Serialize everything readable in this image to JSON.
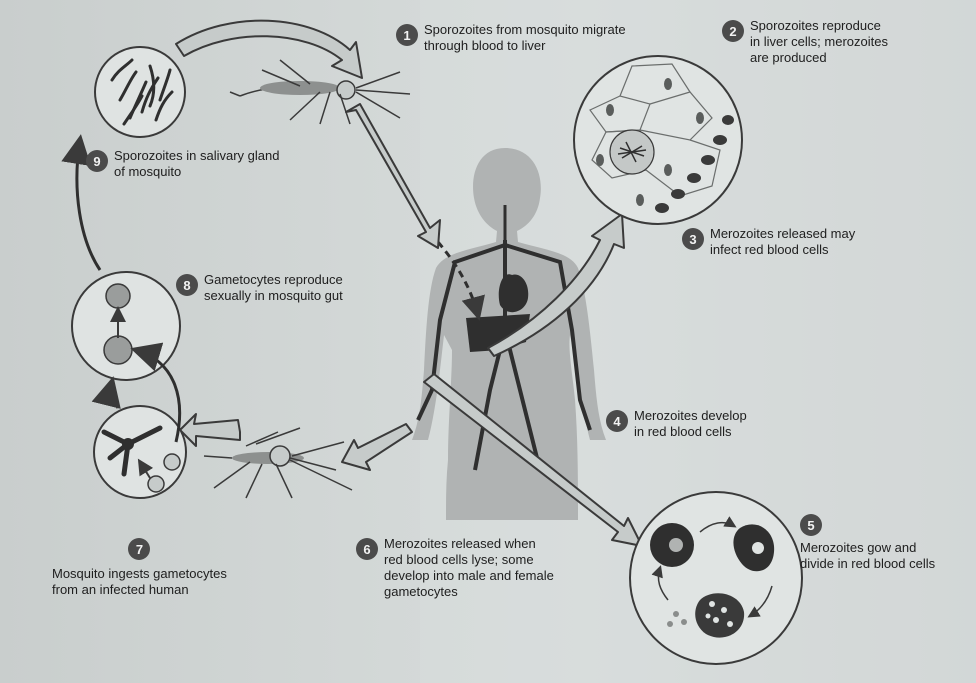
{
  "figure": {
    "title": "",
    "colors": {
      "background": "#d3d8d7",
      "ink": "#3a3a3a",
      "badge": "#4b4b4b",
      "silhouette": "#a9acab",
      "organ": "#2f2f2f"
    }
  },
  "steps": [
    {
      "num": "1",
      "text": "Sporozoites from mosquito migrate\nthrough blood to liver"
    },
    {
      "num": "2",
      "text": "Sporozoites reproduce\nin liver cells; merozoites\nare produced"
    },
    {
      "num": "3",
      "text": "Merozoites released may\ninfect red blood cells"
    },
    {
      "num": "4",
      "text": "Merozoites develop\nin red blood cells"
    },
    {
      "num": "5",
      "text": "Merozoites gow and\ndivide in red blood cells"
    },
    {
      "num": "6",
      "text": "Merozoites released when\nred blood cells lyse; some\ndevelop into male and female\ngametocytes"
    },
    {
      "num": "7",
      "text": "Mosquito ingests gametocytes\nfrom an infected human"
    },
    {
      "num": "8",
      "text": "Gametocytes reproduce\nsexually in mosquito gut"
    },
    {
      "num": "9",
      "text": "Sporozoites in salivary gland\nof mosquito"
    }
  ],
  "icons": [
    "mosquito-icon",
    "human-silhouette-icon",
    "liver-icon",
    "salivary-gland-icon",
    "red-blood-cell-icon",
    "gametocyte-icon"
  ]
}
